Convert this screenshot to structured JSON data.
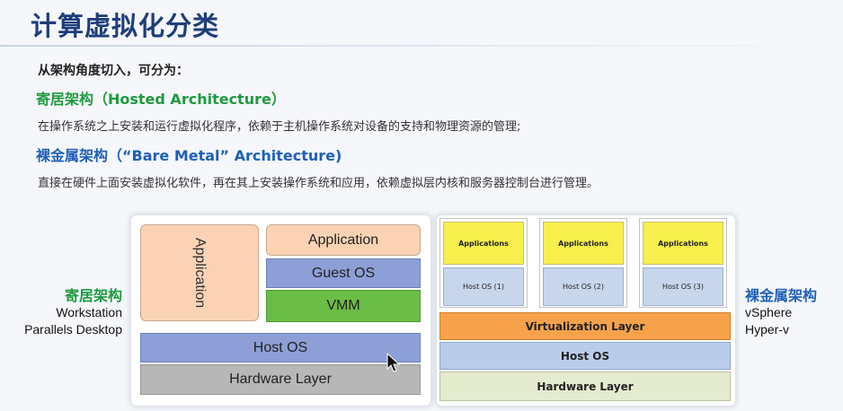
{
  "slide": {
    "title": "计算虚拟化分类",
    "subtitle": "从架构角度切入，可分为：",
    "hosted": {
      "heading": "寄居架构（Hosted Architecture）",
      "description": "在操作系统之上安装和运行虚拟化程序，依赖于主机操作系统对设备的支持和物理资源的管理;"
    },
    "bare_metal": {
      "heading": "裸金属架构（“Bare Metal” Architecture)",
      "description": "直接在硬件上面安装虚拟化软件，再在其上安装操作系统和应用，依赖虚拟层内核和服务器控制台进行管理。"
    }
  },
  "hosted_diagram": {
    "side_label": "寄居架构",
    "examples": [
      "Workstation",
      "Parallels Desktop"
    ],
    "application_tall": "Application",
    "application": "Application",
    "guest_os": "Guest OS",
    "vmm": "VMM",
    "host_os": "Host OS",
    "hardware": "Hardware Layer",
    "colors": {
      "application": "#fbd3b4",
      "os": "#8d9fd6",
      "vmm": "#6cbd45",
      "hardware": "#b7b7b7"
    }
  },
  "bare_metal_diagram": {
    "side_label": "裸金属架构",
    "examples": [
      "vSphere",
      "Hyper-v"
    ],
    "vms": [
      {
        "applications": "Applications",
        "host_os": "Host OS (1)"
      },
      {
        "applications": "Applications",
        "host_os": "Host OS (2)"
      },
      {
        "applications": "Applications",
        "host_os": "Host OS (3)"
      }
    ],
    "virtualization_layer": "Virtualization Layer",
    "host_os": "Host OS",
    "hardware": "Hardware Layer",
    "colors": {
      "applications": "#f7ef4b",
      "vm_os": "#c8d6ec",
      "virtualization": "#f6a24a",
      "host_os": "#b9cdea",
      "hardware": "#e4ebcf"
    }
  },
  "icons": [
    "mouse-cursor-icon"
  ]
}
